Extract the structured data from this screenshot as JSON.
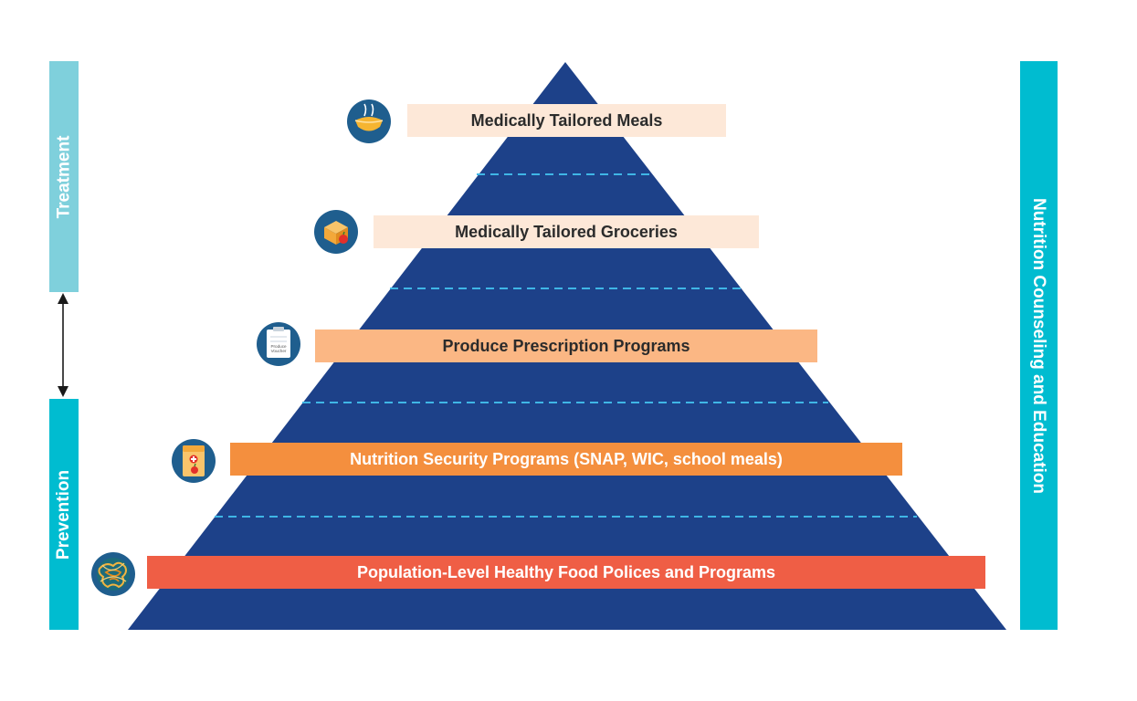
{
  "labels": {
    "treatment": "Treatment",
    "prevention": "Prevention",
    "right_bar": "Nutrition Counseling and Education"
  },
  "tiers": [
    {
      "label": "Medically Tailored Meals",
      "icon": "meal-bowl-icon",
      "color": "#fde8d8",
      "text_color": "#2b2b2b"
    },
    {
      "label": "Medically Tailored Groceries",
      "icon": "grocery-box-icon",
      "color": "#fde8d8",
      "text_color": "#2b2b2b"
    },
    {
      "label": "Produce Prescription Programs",
      "icon": "produce-voucher-icon",
      "color": "#fbb784",
      "text_color": "#2b2b2b"
    },
    {
      "label": "Nutrition Security Programs (SNAP, WIC, school meals)",
      "icon": "nutrition-card-icon",
      "color": "#f48f3e",
      "text_color": "#ffffff"
    },
    {
      "label": "Population-Level Healthy Food Polices and Programs",
      "icon": "globe-population-icon",
      "color": "#ef5e45",
      "text_color": "#ffffff"
    }
  ],
  "voucher_text": [
    "Produce",
    "Voucher"
  ],
  "colors": {
    "pyramid": "#1d4189",
    "divider": "#3fb6e6",
    "treatment_bar": "#7fd0dc",
    "prevention_bar": "#00bcd0",
    "right_bar": "#00bcd0",
    "icon_circle": "#1f5e8e"
  }
}
